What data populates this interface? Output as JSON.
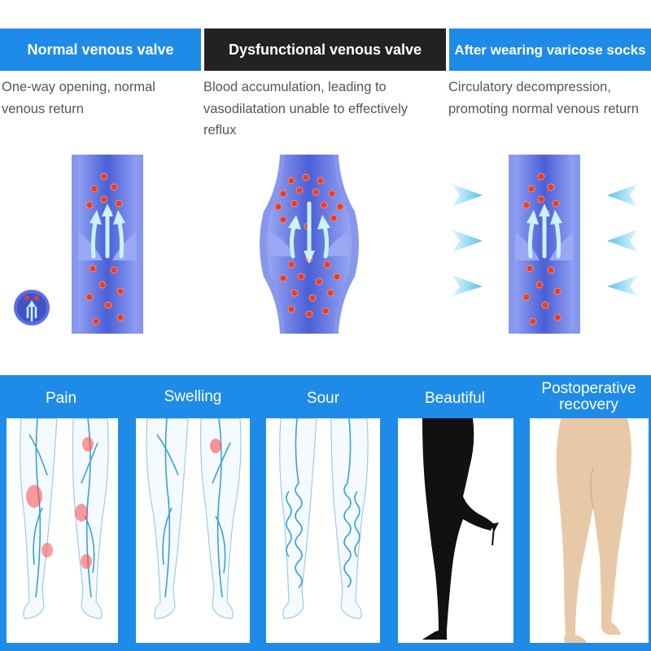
{
  "headers": {
    "normal": "Normal venous valve",
    "dysfunctional": "Dysfunctional venous valve",
    "after": "After wearing varicose socks"
  },
  "descriptions": {
    "normal": "One-way opening, normal venous return",
    "dysfunctional": "Blood accumulation, leading to vasodilatation unable to effectively reflux",
    "after": "Circulatory decompression, promoting normal venous return"
  },
  "benefits": [
    "Pain",
    "Swelling",
    "Sour",
    "Beautiful",
    "Postoperative recovery"
  ],
  "colors": {
    "accent_blue": "#1e8be8",
    "dark_header": "#222222",
    "vein_blue": "#6f83e8",
    "blood_red": "#e0402f",
    "leg_line": "#3aa0d8",
    "skin_tone": "#e8c9a7",
    "legging_black": "#111111"
  }
}
